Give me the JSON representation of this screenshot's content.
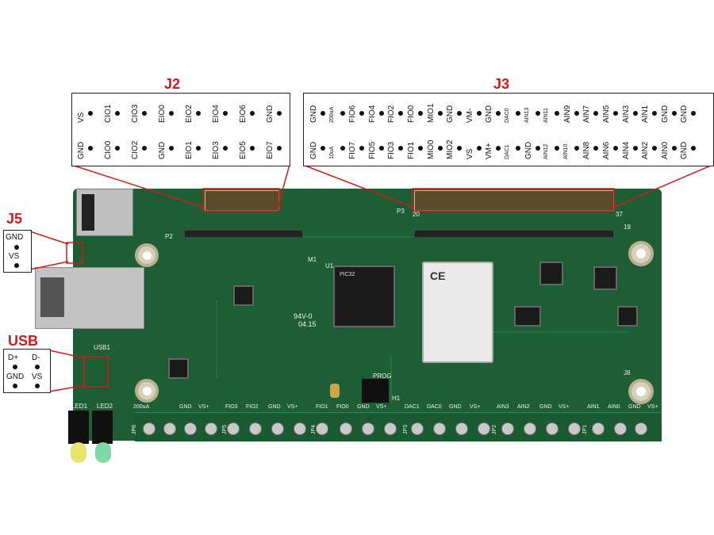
{
  "callouts": {
    "j2": {
      "title": "J2",
      "top_row": [
        "VS",
        "CIO1",
        "CIO3",
        "EIO0",
        "EIO2",
        "EIO4",
        "EIO6",
        "GND"
      ],
      "bottom_row": [
        "GND",
        "CIO0",
        "CIO2",
        "GND",
        "EIO1",
        "EIO3",
        "EIO5",
        "EIO7"
      ]
    },
    "j3": {
      "title": "J3",
      "top_row": [
        "GND",
        "200uA",
        "FIO6",
        "FIO4",
        "FIO2",
        "FIO0",
        "MIO1",
        "GND",
        "VM-",
        "GND",
        "DAC0",
        "AIN13",
        "AIN11",
        "AIN9",
        "AIN7",
        "AIN5",
        "AIN3",
        "AIN1",
        "GND",
        "GND"
      ],
      "bottom_row": [
        "GND",
        "10uA",
        "FIO7",
        "FIO5",
        "FIO3",
        "FIO1",
        "MIO0",
        "MIO2",
        "VS",
        "VM+",
        "DAC1",
        "GND",
        "AIN12",
        "AIN10",
        "AIN8",
        "AIN6",
        "AIN4",
        "AIN2",
        "AIN0",
        "GND"
      ]
    },
    "j5": {
      "title": "J5",
      "pins": [
        "GND",
        "VS"
      ]
    },
    "usb": {
      "title": "USB",
      "pins": [
        "D+",
        "D-",
        "GND",
        "VS"
      ]
    }
  },
  "board": {
    "silkscreen": {
      "p2": "P2",
      "p3": "P3",
      "u1": "U1",
      "m1": "M1",
      "pcb_code": "94V-0",
      "pcb_date": "04.15",
      "usb1": "USB1",
      "led1": "LED1",
      "led2": "LED2",
      "j8": "J8",
      "prog": "PROG",
      "h1": "H1",
      "pin20": "20",
      "pin37": "37",
      "pin19": "19",
      "term_jp6": [
        "200uA",
        "GND",
        "VS+"
      ],
      "term_jp5": [
        "FIO3",
        "FIO2",
        "GND",
        "VS+"
      ],
      "term_jp4": [
        "FIO1",
        "FIO0",
        "GND",
        "VS+"
      ],
      "term_jp3": [
        "DAC1",
        "DAC0",
        "GND",
        "VS+"
      ],
      "term_jp2": [
        "AIN3",
        "AIN2",
        "GND",
        "VS+"
      ],
      "term_jp1": [
        "AIN1",
        "AIN0",
        "GND",
        "VS+"
      ],
      "jp_labels": [
        "JP6",
        "JP5",
        "JP4",
        "JP3",
        "JP2",
        "JP1"
      ]
    }
  },
  "colors": {
    "callout_red": "#d31919",
    "board_green": "#1d5e34",
    "led_yellow": "#e8e36a",
    "led_green": "#7fd9a5"
  }
}
